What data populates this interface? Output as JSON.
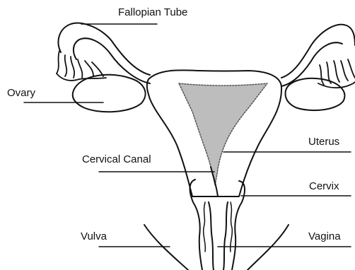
{
  "diagram": {
    "labels": {
      "fallopian_tube": "Fallopian Tube",
      "ovary": "Ovary",
      "uterus": "Uterus",
      "cervical_canal": "Cervical Canal",
      "cervix": "Cervix",
      "vulva": "Vulva",
      "vagina": "Vagina"
    },
    "colors": {
      "line": "#111111",
      "uterine_lining": "#bdbdbd",
      "background": "#ffffff"
    }
  }
}
